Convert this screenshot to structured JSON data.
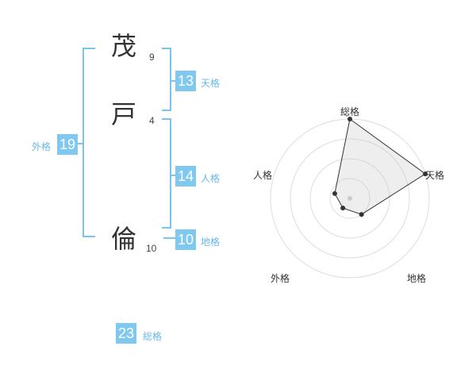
{
  "name": {
    "chars": [
      {
        "char": "茂",
        "strokes": "9"
      },
      {
        "char": "戸",
        "strokes": "4"
      },
      {
        "char": "倫",
        "strokes": "10"
      }
    ]
  },
  "kakusu": {
    "tenkaku": {
      "value": "13",
      "label": "天格"
    },
    "jinkaku": {
      "value": "14",
      "label": "人格"
    },
    "chikaku": {
      "value": "10",
      "label": "地格"
    },
    "gaikaku": {
      "value": "19",
      "label": "外格"
    },
    "soukaku": {
      "value": "23",
      "label": "総格"
    }
  },
  "colors": {
    "accent": "#7fc8f0",
    "accent_text": "#6ab8e6",
    "text": "#333333"
  },
  "chart_data": {
    "type": "radar",
    "axes": [
      "総格",
      "天格",
      "地格",
      "外格",
      "人格"
    ],
    "values": [
      1.0,
      1.0,
      0.25,
      0.15,
      0.2
    ],
    "rings": 4,
    "range": [
      0,
      1
    ]
  }
}
